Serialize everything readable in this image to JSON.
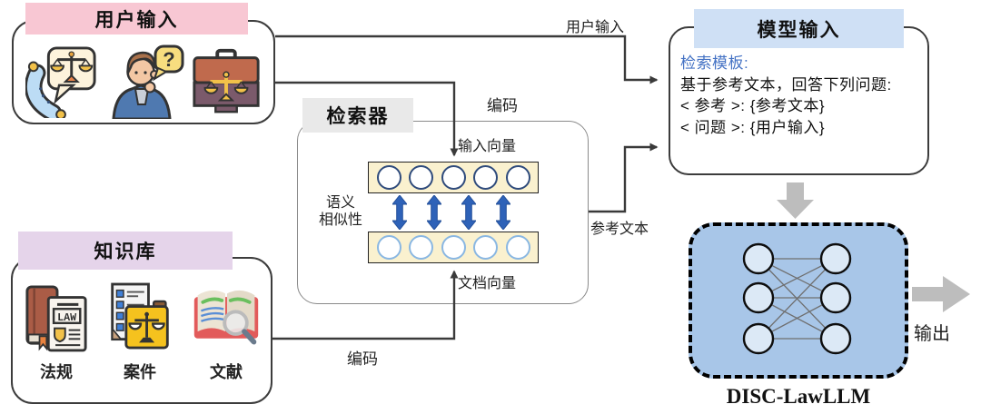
{
  "user_input_box": {
    "title": "用户输入",
    "icons": [
      "phone-legal-consult-icon",
      "person-question-icon",
      "briefcase-scales-icon"
    ]
  },
  "knowledge_box": {
    "title": "知识库",
    "items": [
      {
        "icon": "law-book-icon",
        "label": "法规"
      },
      {
        "icon": "case-folder-icon",
        "label": "案件"
      },
      {
        "icon": "literature-book-icon",
        "label": "文献"
      }
    ]
  },
  "retriever": {
    "title": "检索器",
    "input_vector_label": "输入向量",
    "document_vector_label": "文档向量",
    "similarity_line1": "语义",
    "similarity_line2": "相似性"
  },
  "model_input_box": {
    "title": "模型输入",
    "template_label": "检索模板:",
    "line1": "基于参考文本，回答下列问题:",
    "line2": "< 参考 >:  {参考文本}",
    "line3": "< 问题 >:  {用户输入}"
  },
  "llm": {
    "name": "DISC-LawLLM",
    "output_label": "输出"
  },
  "connector_labels": {
    "user_input": "用户输入",
    "encode_top": "编码",
    "encode_bottom": "编码",
    "reference_text": "参考文本"
  },
  "icon_text": {
    "law": "LAW",
    "question_mark": "?"
  },
  "colors": {
    "user_header": "#f8c7d3",
    "knowledge_header": "#e5d4ea",
    "retriever_header": "#e9e9e9",
    "model_header": "#cfe0f5",
    "vector_bar": "#faf1cf",
    "input_circle_stroke": "#2f4b7c",
    "document_circle_stroke": "#8ab7e2",
    "similarity_arrow": "#2e62b8",
    "llm_fill": "#a8c6e8",
    "llm_node_fill": "#dce9f6",
    "gray_arrow": "#bdbdbd",
    "template_label_text": "#4472c4",
    "connector": "#3a3a3a"
  }
}
